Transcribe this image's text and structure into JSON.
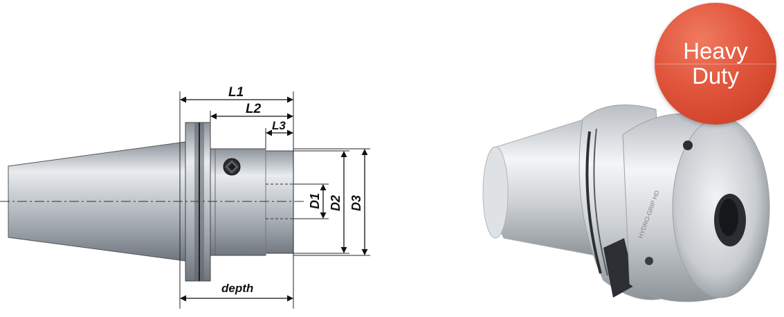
{
  "badge": {
    "line1": "Heavy",
    "line2": "Duty",
    "color": "#e0553c"
  },
  "drawing": {
    "labels": {
      "L1": "L1",
      "L2": "L2",
      "L3": "L3",
      "D1": "D1",
      "D2": "D2",
      "D3": "D3",
      "depth": "depth"
    }
  },
  "product": {
    "engraving": "HYDRO-GRIP HD"
  }
}
